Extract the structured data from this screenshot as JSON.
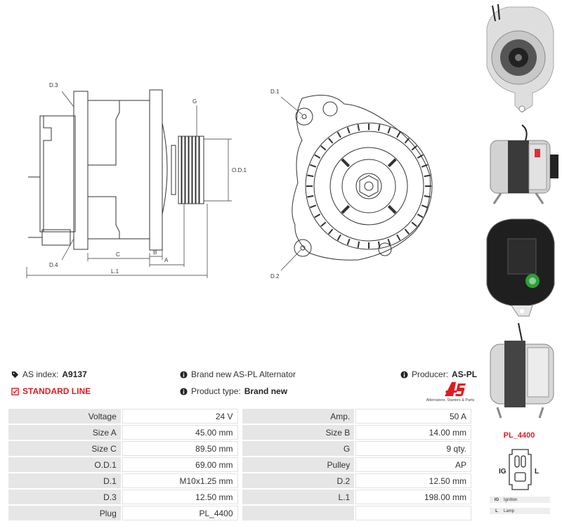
{
  "drawing": {
    "labels": {
      "d3": "D.3",
      "d4": "D.4",
      "g": "G",
      "od1": "O.D.1",
      "c": "C",
      "b": "B",
      "a": "A",
      "l1": "L.1",
      "d1": "D.1",
      "d2": "D.2"
    }
  },
  "info": {
    "as_index_label": "AS index:",
    "as_index_value": "A9137",
    "line": "STANDARD LINE",
    "desc": "Brand new AS-PL Alternator",
    "product_type_label": "Product type:",
    "product_type_value": "Brand new",
    "producer_label": "Producer:",
    "producer_value": "AS-PL"
  },
  "logo": {
    "mark": "AS",
    "tagline": "Alternators, Starters & Parts"
  },
  "specs": [
    {
      "l1": "Voltage",
      "v1": "24 V",
      "l2": "Amp.",
      "v2": "50 A"
    },
    {
      "l1": "Size A",
      "v1": "45.00 mm",
      "l2": "Size B",
      "v2": "14.00 mm"
    },
    {
      "l1": "Size C",
      "v1": "89.50 mm",
      "l2": "G",
      "v2": "9 qty."
    },
    {
      "l1": "O.D.1",
      "v1": "69.00 mm",
      "l2": "Pulley",
      "v2": "AP"
    },
    {
      "l1": "D.1",
      "v1": "M10x1.25 mm",
      "l2": "D.2",
      "v2": "12.50 mm"
    },
    {
      "l1": "D.3",
      "v1": "12.50 mm",
      "l2": "L.1",
      "v2": "198.00 mm"
    },
    {
      "l1": "Plug",
      "v1": "PL_4400",
      "l2": "",
      "v2": ""
    }
  ],
  "plug": {
    "title": "PL_4400",
    "pin_ig": "IG",
    "pin_l": "L",
    "legend": [
      {
        "key": "IG",
        "text": "Ignition"
      },
      {
        "key": "L",
        "text": "Lamp"
      }
    ]
  },
  "colors": {
    "accent": "#e01b22",
    "label_bg": "#e6e6e6"
  }
}
